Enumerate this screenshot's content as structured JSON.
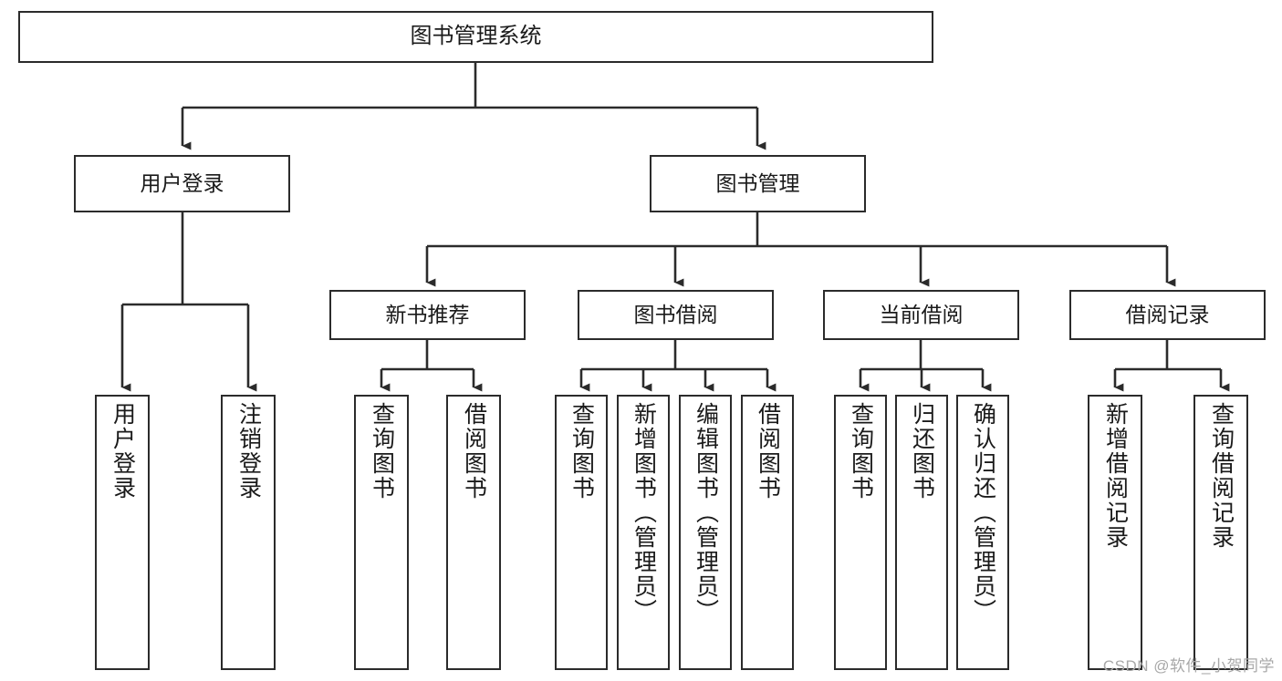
{
  "diagram": {
    "title": "图书管理系统",
    "type": "tree-hierarchy-chart",
    "watermark": "CSDN @软件_小贺同学",
    "colors": {
      "box_border": "#2b2b2b",
      "box_fill": "#ffffff",
      "edge": "#2b2b2b",
      "text": "#1a1a1a",
      "watermark": "#a8a8a8"
    },
    "nodes": {
      "root": {
        "label": "图书管理系统"
      },
      "level1": [
        {
          "id": "user-login",
          "label": "用户登录"
        },
        {
          "id": "book-manage",
          "label": "图书管理"
        }
      ],
      "level2": [
        {
          "id": "new-book-recommend",
          "label": "新书推荐"
        },
        {
          "id": "book-borrow",
          "label": "图书借阅"
        },
        {
          "id": "current-borrow",
          "label": "当前借阅"
        },
        {
          "id": "borrow-record",
          "label": "借阅记录"
        }
      ],
      "leaves": {
        "user_login": [
          {
            "id": "leaf-user-login",
            "label": "用户登录"
          },
          {
            "id": "leaf-logout-login",
            "label": "注销登录"
          }
        ],
        "new_book_recommend": [
          {
            "id": "leaf-query-book-1",
            "label": "查询图书"
          },
          {
            "id": "leaf-borrow-book-1",
            "label": "借阅图书"
          }
        ],
        "book_borrow": [
          {
            "id": "leaf-query-book-2",
            "label": "查询图书"
          },
          {
            "id": "leaf-add-book",
            "label": "新增图书（管理员）"
          },
          {
            "id": "leaf-edit-book",
            "label": "编辑图书（管理员）"
          },
          {
            "id": "leaf-borrow-book-2",
            "label": "借阅图书"
          }
        ],
        "current_borrow": [
          {
            "id": "leaf-query-book-3",
            "label": "查询图书"
          },
          {
            "id": "leaf-return-book",
            "label": "归还图书"
          },
          {
            "id": "leaf-confirm-return",
            "label": "确认归还（管理员）"
          }
        ],
        "borrow_record": [
          {
            "id": "leaf-add-record",
            "label": "新增借阅记录"
          },
          {
            "id": "leaf-query-record",
            "label": "查询借阅记录"
          }
        ]
      }
    }
  }
}
